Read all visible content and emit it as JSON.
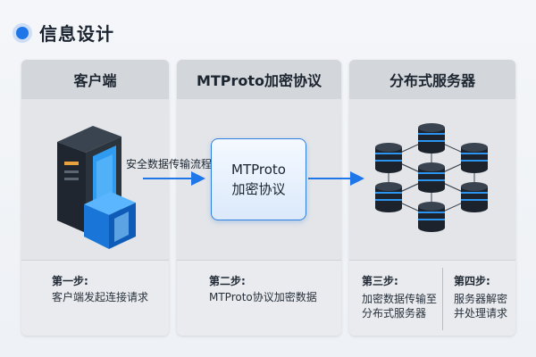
{
  "header": {
    "title": "信息设计"
  },
  "panels": [
    {
      "title": "客户端",
      "step_title": "第一步:",
      "step_text": "客户端发起连接请求"
    },
    {
      "title": "MTProto加密协议",
      "step_title": "第二步:",
      "step_text": "MTProto协议加密数据"
    },
    {
      "title": "分布式服务器",
      "steps": [
        {
          "title": "第三步:",
          "lines": [
            "加密数据传输至",
            "分布式服务器"
          ]
        },
        {
          "title": "第四步:",
          "lines": [
            "服务器解密",
            "并处理请求"
          ]
        }
      ]
    }
  ],
  "flow_label": "安全数据传输流程",
  "protocol_box": {
    "line1": "MTProto",
    "line2": "加密协议"
  },
  "icons": {
    "client": "server-tower-with-cube-icon",
    "servers": "server-network-cluster-icon",
    "accent": "#1f76e8"
  }
}
